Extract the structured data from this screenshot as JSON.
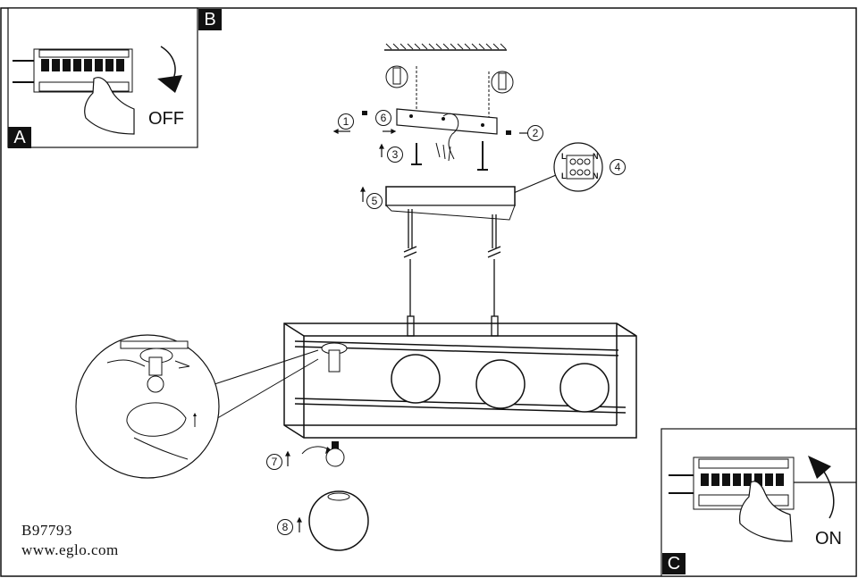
{
  "panels": {
    "a": {
      "tag": "A"
    },
    "b": {
      "tag": "B",
      "caption": "OFF"
    },
    "c": {
      "tag": "C",
      "caption": "ON"
    }
  },
  "steps": {
    "s1": "1",
    "s2": "2",
    "s3": "3",
    "s4": "4",
    "s5": "5",
    "s6": "6",
    "s7": "7",
    "s8": "8"
  },
  "terminal": {
    "l1": "L",
    "l2": "L",
    "n1": "N",
    "n2": "N"
  },
  "footer": {
    "code": "B97793",
    "website": "www.eglo.com"
  },
  "icons": [
    "breaker-off-icon",
    "breaker-on-icon",
    "hand-icon",
    "screw-icon",
    "dowel-icon",
    "bulb-icon",
    "glass-globe-icon",
    "terminal-block-icon"
  ]
}
